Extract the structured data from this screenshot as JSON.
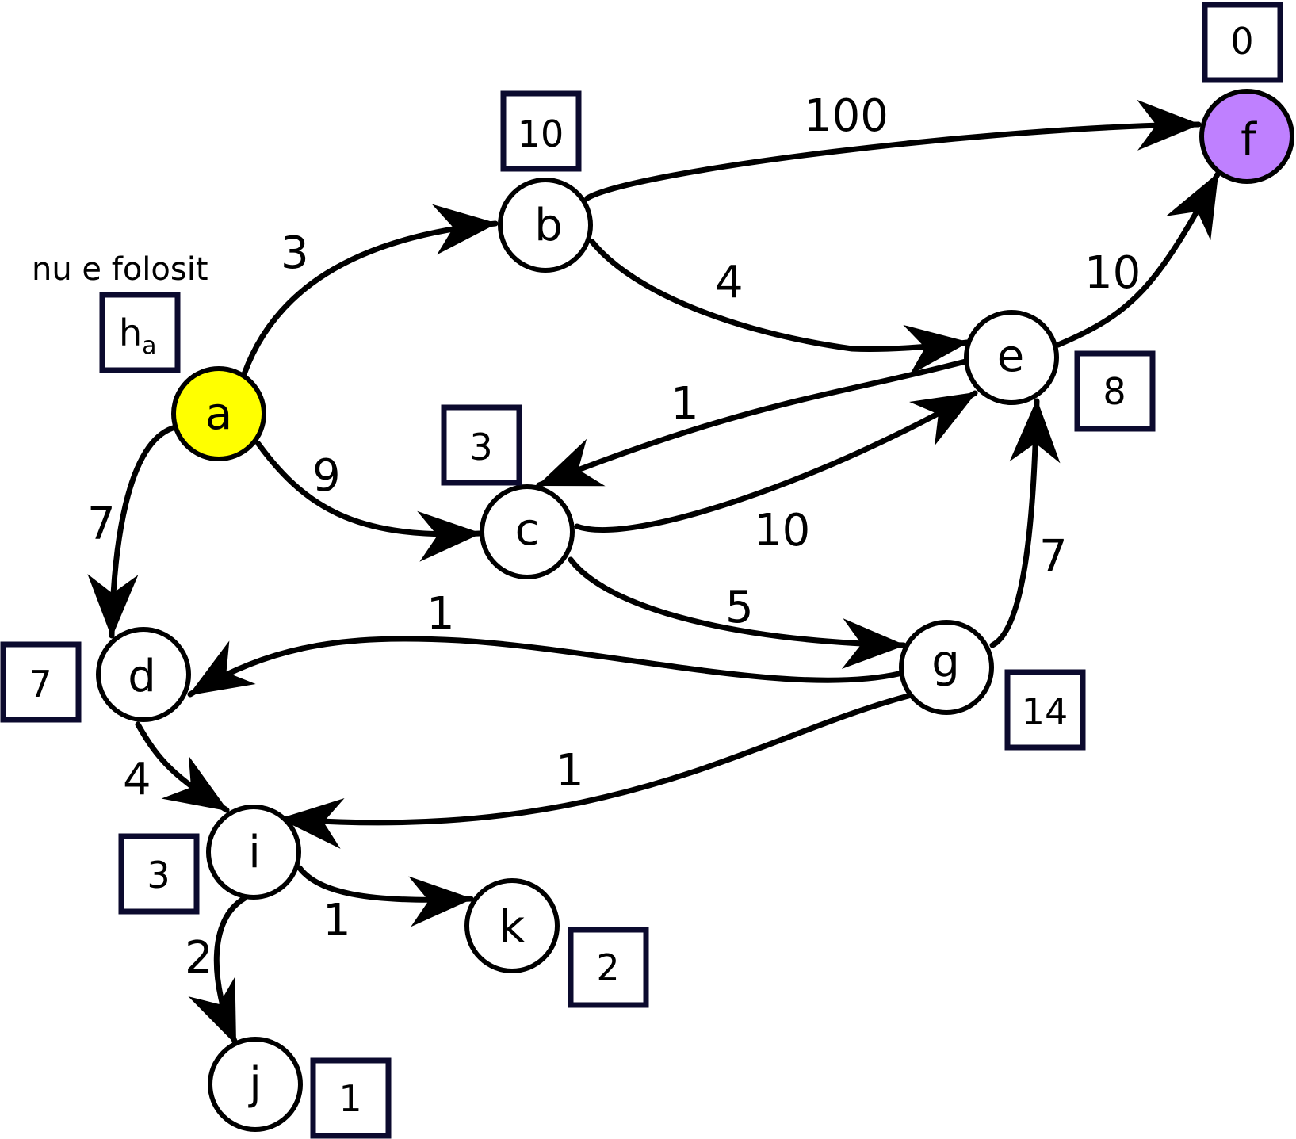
{
  "colors": {
    "start_node": "#ffff00",
    "goal_node": "#bf80ff",
    "default_node": "#ffffff",
    "edge": "#000000",
    "heuristic_box_border": "#0b0a2e"
  },
  "note": "nu e folosit",
  "nodes": [
    {
      "id": "a",
      "label": "a",
      "role": "start"
    },
    {
      "id": "b",
      "label": "b",
      "role": "default"
    },
    {
      "id": "c",
      "label": "c",
      "role": "default"
    },
    {
      "id": "d",
      "label": "d",
      "role": "default"
    },
    {
      "id": "e",
      "label": "e",
      "role": "default"
    },
    {
      "id": "f",
      "label": "f",
      "role": "goal"
    },
    {
      "id": "g",
      "label": "g",
      "role": "default"
    },
    {
      "id": "i",
      "label": "i",
      "role": "default"
    },
    {
      "id": "j",
      "label": "j",
      "role": "default"
    },
    {
      "id": "k",
      "label": "k",
      "role": "default"
    }
  ],
  "heuristics": [
    {
      "node": "a",
      "label": "h",
      "sub": "a"
    },
    {
      "node": "b",
      "value": "10"
    },
    {
      "node": "c",
      "value": "3"
    },
    {
      "node": "d",
      "value": "7"
    },
    {
      "node": "e",
      "value": "8"
    },
    {
      "node": "f",
      "value": "0"
    },
    {
      "node": "g",
      "value": "14"
    },
    {
      "node": "i",
      "value": "3"
    },
    {
      "node": "j",
      "value": "1"
    },
    {
      "node": "k",
      "value": "2"
    }
  ],
  "edges": [
    {
      "from": "a",
      "to": "b",
      "weight": "3"
    },
    {
      "from": "a",
      "to": "c",
      "weight": "9"
    },
    {
      "from": "a",
      "to": "d",
      "weight": "7"
    },
    {
      "from": "b",
      "to": "f",
      "weight": "100"
    },
    {
      "from": "b",
      "to": "e",
      "weight": "4"
    },
    {
      "from": "e",
      "to": "f",
      "weight": "10"
    },
    {
      "from": "e",
      "to": "c",
      "weight": "1"
    },
    {
      "from": "c",
      "to": "e",
      "weight": "10"
    },
    {
      "from": "c",
      "to": "g",
      "weight": "5"
    },
    {
      "from": "g",
      "to": "e",
      "weight": "7"
    },
    {
      "from": "g",
      "to": "d",
      "weight": "1"
    },
    {
      "from": "g",
      "to": "i",
      "weight": "1"
    },
    {
      "from": "d",
      "to": "i",
      "weight": "4"
    },
    {
      "from": "i",
      "to": "k",
      "weight": "1"
    },
    {
      "from": "i",
      "to": "j",
      "weight": "2"
    }
  ]
}
